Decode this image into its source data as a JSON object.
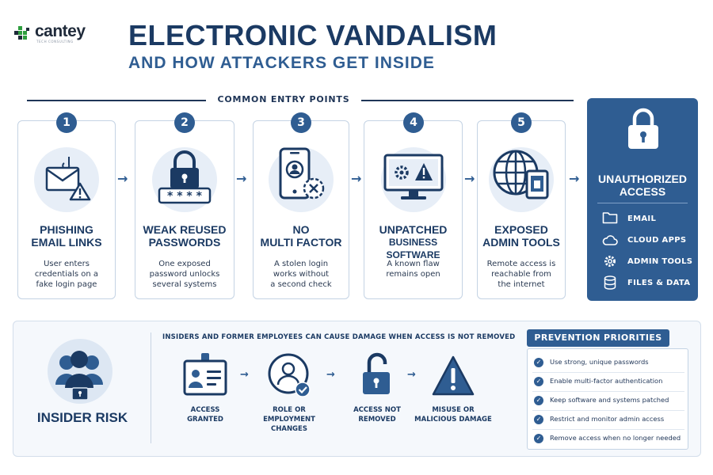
{
  "brand": {
    "name": "cantey",
    "tagline": "TECH CONSULTING"
  },
  "title": "ELECTRONIC VANDALISM",
  "subtitle": "AND HOW ATTACKERS GET INSIDE",
  "section_label": "COMMON ENTRY POINTS",
  "entry_points": [
    {
      "num": "1",
      "title_l1": "PHISHING",
      "title_l2": "EMAIL LINKS",
      "desc_l1": "User enters",
      "desc_l2": "credentials on a",
      "desc_l3": "fake login page",
      "icon": "phishing-email-icon"
    },
    {
      "num": "2",
      "title_l1": "WEAK REUSED",
      "title_l2": "PASSWORDS",
      "desc_l1": "One exposed",
      "desc_l2": "password unlocks",
      "desc_l3": "several systems",
      "icon": "password-lock-icon"
    },
    {
      "num": "3",
      "title_l1": "NO",
      "title_l2": "MULTI FACTOR",
      "desc_l1": "A stolen login",
      "desc_l2": "works without",
      "desc_l3": "a second check",
      "icon": "phone-no-mfa-icon"
    },
    {
      "num": "4",
      "title_l1": "UNPATCHED",
      "title_l2": "BUSINESS SOFTWARE",
      "desc_l1": "A known flaw",
      "desc_l2": "remains open",
      "desc_l3": "",
      "icon": "monitor-warning-icon"
    },
    {
      "num": "5",
      "title_l1": "EXPOSED",
      "title_l2": "ADMIN TOOLS",
      "desc_l1": "Remote access is",
      "desc_l2": "reachable from",
      "desc_l3": "the internet",
      "icon": "globe-device-icon"
    }
  ],
  "unauthorized": {
    "title_l1": "UNAUTHORIZED",
    "title_l2": "ACCESS",
    "items": [
      "EMAIL",
      "CLOUD APPS",
      "ADMIN TOOLS",
      "FILES & DATA"
    ]
  },
  "insider": {
    "title": "INSIDER RISK",
    "heading": "INSIDERS AND FORMER EMPLOYEES CAN CAUSE DAMAGE WHEN ACCESS IS NOT REMOVED",
    "steps": [
      {
        "l1": "ACCESS",
        "l2": "GRANTED"
      },
      {
        "l1": "ROLE OR EMPLOYMENT",
        "l2": "CHANGES"
      },
      {
        "l1": "ACCESS NOT",
        "l2": "REMOVED"
      },
      {
        "l1": "MISUSE OR",
        "l2": "MALICIOUS DAMAGE"
      }
    ]
  },
  "prevention": {
    "heading": "PREVENTION PRIORITIES",
    "items": [
      "Use strong, unique passwords",
      "Enable multi-factor authentication",
      "Keep software and systems patched",
      "Restrict and monitor admin access",
      "Remove access when no longer needed"
    ]
  },
  "colors": {
    "primary": "#2f5d92",
    "dark": "#1b3a63",
    "light": "#e7eef7",
    "brand_green": "#2e9e3e"
  }
}
